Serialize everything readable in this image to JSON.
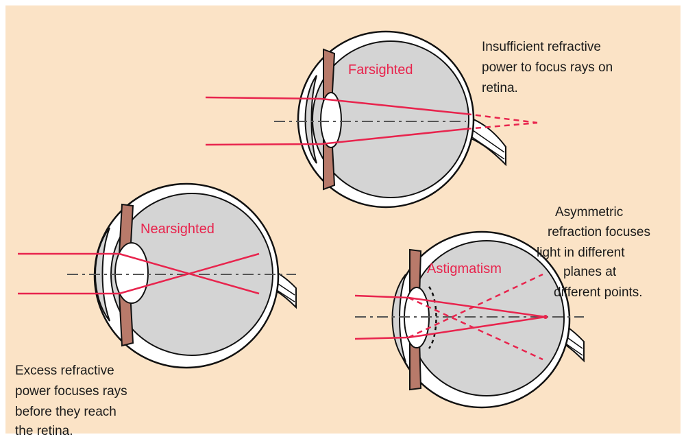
{
  "colors": {
    "background": "#fbe3c6",
    "eyeball": "#d4d4d4",
    "outline": "#111111",
    "iris": "#b87a6a",
    "ray": "#e8244d",
    "axis": "#555555"
  },
  "eyes": {
    "farsighted": {
      "title": "Farsighted",
      "caption": [
        "Insufficient refractive",
        "power to focus rays on",
        "retina."
      ]
    },
    "nearsighted": {
      "title": "Nearsighted",
      "caption": [
        "Excess refractive",
        "power focuses rays",
        "before they reach",
        "the retina."
      ]
    },
    "astigmatism": {
      "title": "Astigmatism",
      "caption": [
        "Asymmetric",
        "refraction focuses",
        "light in different",
        "planes at",
        "different points."
      ]
    }
  }
}
